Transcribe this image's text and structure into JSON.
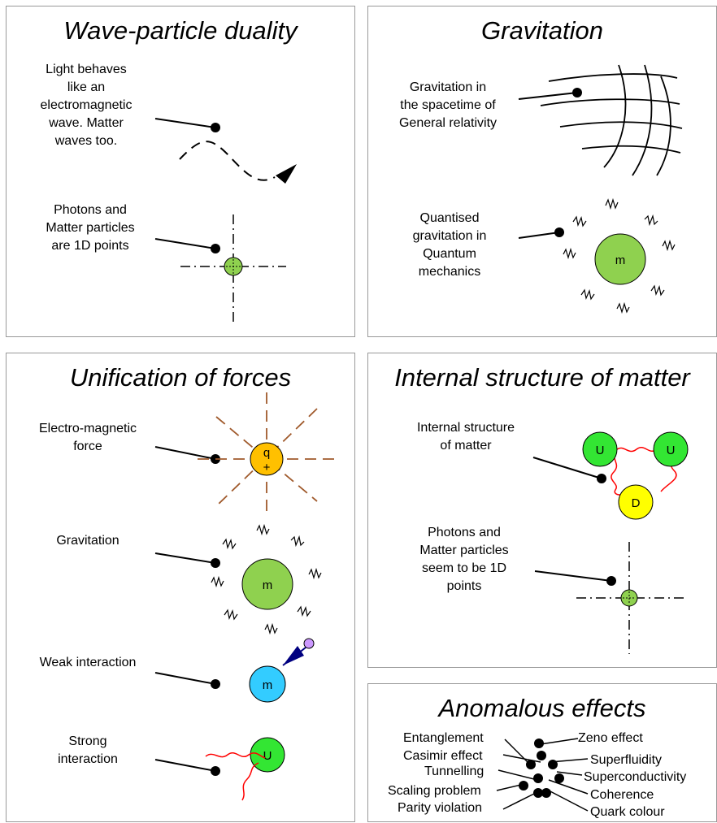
{
  "panels": {
    "wave": {
      "title": "Wave-particle duality",
      "label1": "Light behaves\nlike an\nelectromagnetic\nwave. Matter\nwaves too.",
      "label2": "Photons and\nMatter particles\nare 1D points"
    },
    "gravitation": {
      "title": "Gravitation",
      "label1": "Gravitation in\nthe spacetime of\nGeneral relativity",
      "label2": "Quantised\ngravitation in\nQuantum\nmechanics",
      "mass_symbol": "m"
    },
    "unification": {
      "title": "Unification of forces",
      "label_em": "Electro-magnetic\nforce",
      "label_grav": "Gravitation",
      "label_weak": "Weak interaction",
      "label_strong": "Strong\ninteraction",
      "charge_symbol": "q",
      "charge_sign": "+",
      "mass_symbol": "m",
      "quark_symbol": "U"
    },
    "internal": {
      "title": "Internal structure of matter",
      "label1": "Internal structure\nof matter",
      "label2": "Photons and\nMatter particles\nseem to be  1D\npoints",
      "quark_up": "U",
      "quark_down": "D"
    },
    "anomalous": {
      "title": "Anomalous effects",
      "left_items": [
        "Entanglement",
        "Casimir effect",
        "Tunnelling",
        "Scaling problem",
        "Parity violation"
      ],
      "right_items": [
        "Zeno effect",
        "Superfluidity",
        "Superconductivity",
        "Coherence",
        "Quark colour"
      ]
    }
  },
  "colors": {
    "green": "#8fd14f",
    "bright_green": "#33e633",
    "orange": "#ffc000",
    "cyan": "#33ccff",
    "yellow": "#ffff00",
    "lilac": "#cc99ff",
    "navy": "#000080",
    "red": "#ff0000",
    "brown": "#a05a2c"
  }
}
